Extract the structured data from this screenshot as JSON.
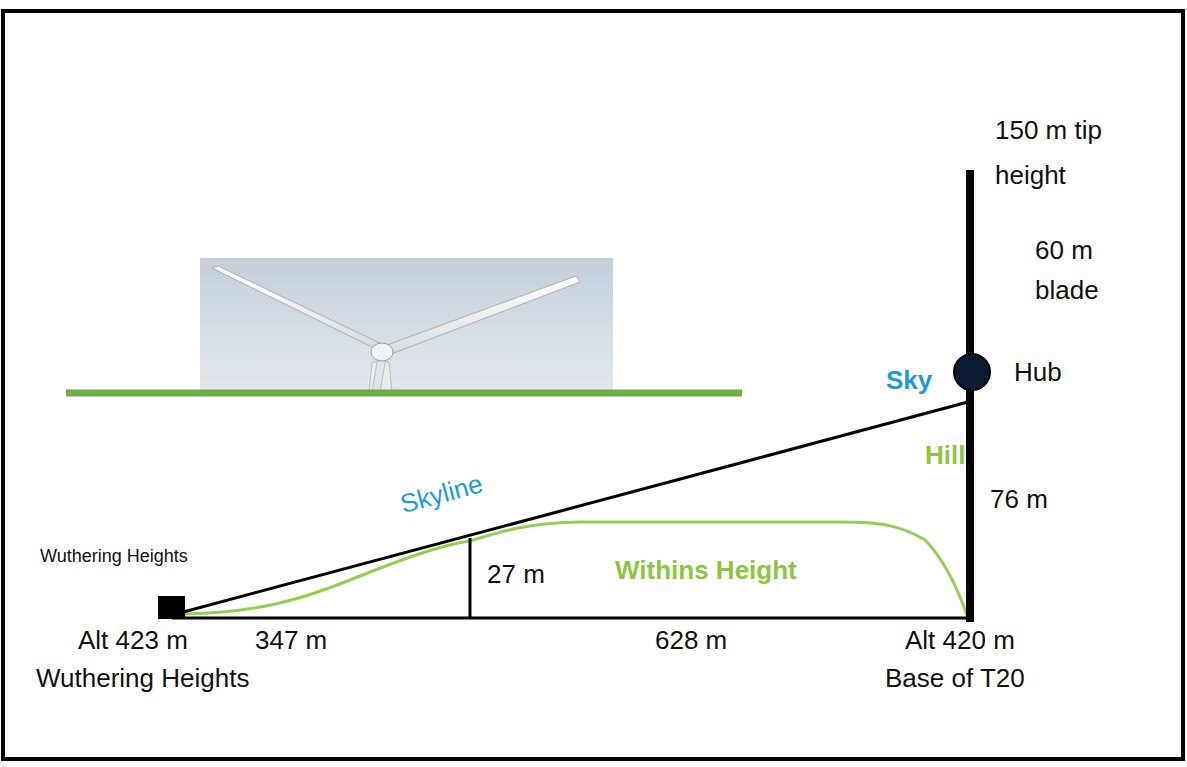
{
  "diagram": {
    "labels": [
      "150 m tip height",
      "60 m blade",
      "Hub",
      "Sky",
      "Hill",
      "76 m",
      "Skyline",
      "27 m",
      "Withins Height",
      "Wuthering Heights",
      "Alt 423 m",
      "Wuthering Heights",
      "347 m",
      "628 m",
      "Alt 420 m",
      "Base of T20"
    ]
  }
}
